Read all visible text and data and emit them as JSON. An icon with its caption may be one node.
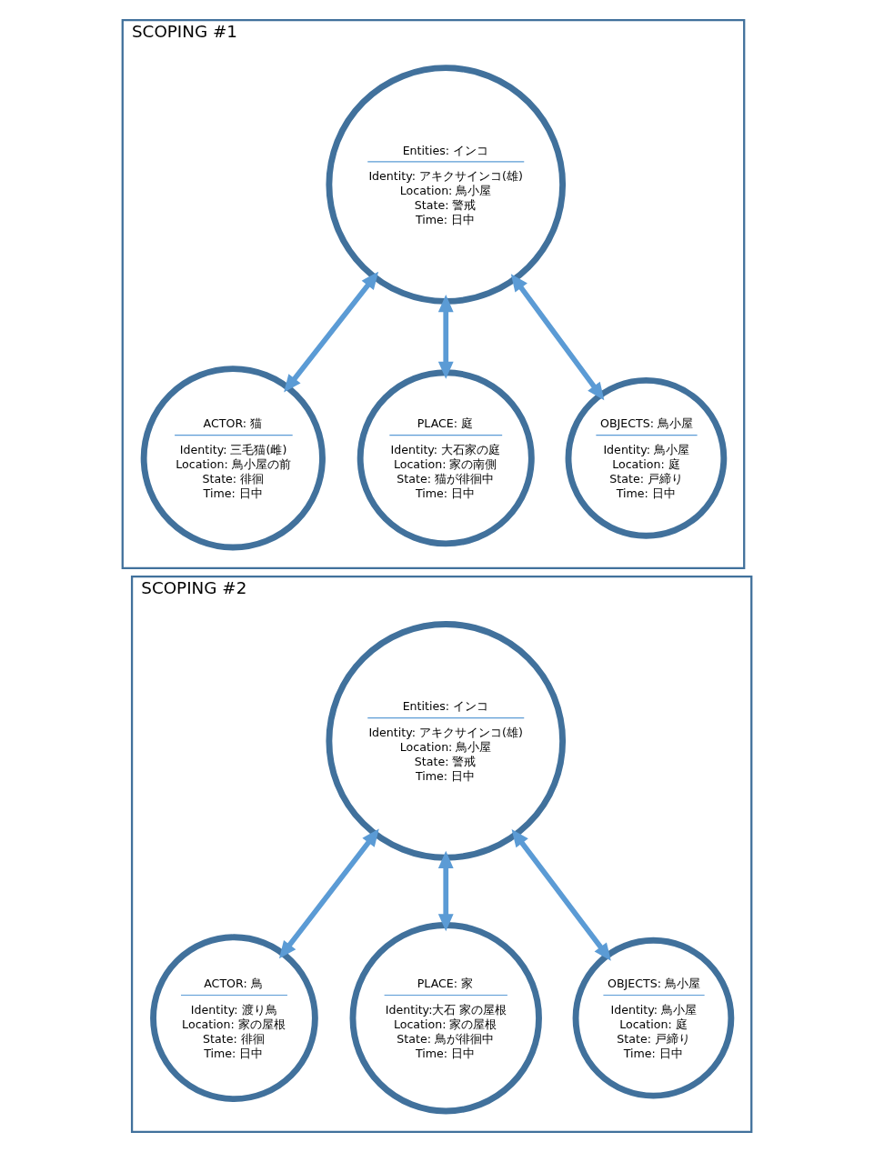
{
  "diagram": {
    "nodes": [
      {
        "text": [
          "SCOPING #1"
        ]
      },
      {
        "text": [
          "Entities: インコ",
          "Identity: アキクサインコ(雄)",
          "Location: 鳥小屋",
          "State: 警戒",
          "Time: 日中"
        ],
        "in": 0
      },
      {
        "text": [
          "ACTOR: 猫",
          "Identity: 三毛猫(雌)",
          "Location: 鳥小屋の前",
          "State: 徘徊",
          "Time: 日中"
        ],
        "in": 0
      },
      {
        "text": [
          "PLACE: 庭",
          "Identity: 大石家の庭",
          "Location: 家の南側",
          "State: 猫が徘徊中",
          "Time: 日中"
        ],
        "in": 0
      },
      {
        "text": [
          "OBJECTS: 鳥小屋",
          "Identity: 鳥小屋",
          "Location: 庭",
          "State: 戸締り",
          "Time: 日中"
        ],
        "in": 0
      },
      {
        "text": [
          "SCOPING #2"
        ]
      },
      {
        "text": [
          "Entities: インコ",
          "Identity: アキクサインコ(雄)",
          "Location: 鳥小屋",
          "State: 警戒",
          "Time: 日中"
        ],
        "in": 5
      },
      {
        "text": [
          "ACTOR: 鳥",
          "Identity: 渡り鳥",
          "Location: 家の屋根",
          "State: 徘徊",
          "Time: 日中"
        ],
        "in": 5
      },
      {
        "text": [
          "PLACE: 家",
          "Identity:大石 家の屋根",
          "Location: 家の屋根",
          "State: 鳥が徘徊中",
          "Time: 日中"
        ],
        "in": 5
      },
      {
        "text": [
          "OBJECTS: 鳥小屋",
          "Identity: 鳥小屋",
          "Location: 庭",
          "State: 戸締り",
          "Time: 日中"
        ],
        "in": 5
      }
    ],
    "edges": [
      {
        "from": 1,
        "to": 2,
        "arrow": "both"
      },
      {
        "from": 1,
        "to": 3,
        "arrow": "both"
      },
      {
        "from": 1,
        "to": 4,
        "arrow": "both"
      },
      {
        "from": 6,
        "to": 7,
        "arrow": "both"
      },
      {
        "from": 6,
        "to": 8,
        "arrow": "both"
      },
      {
        "from": 6,
        "to": 9,
        "arrow": "both"
      }
    ]
  }
}
